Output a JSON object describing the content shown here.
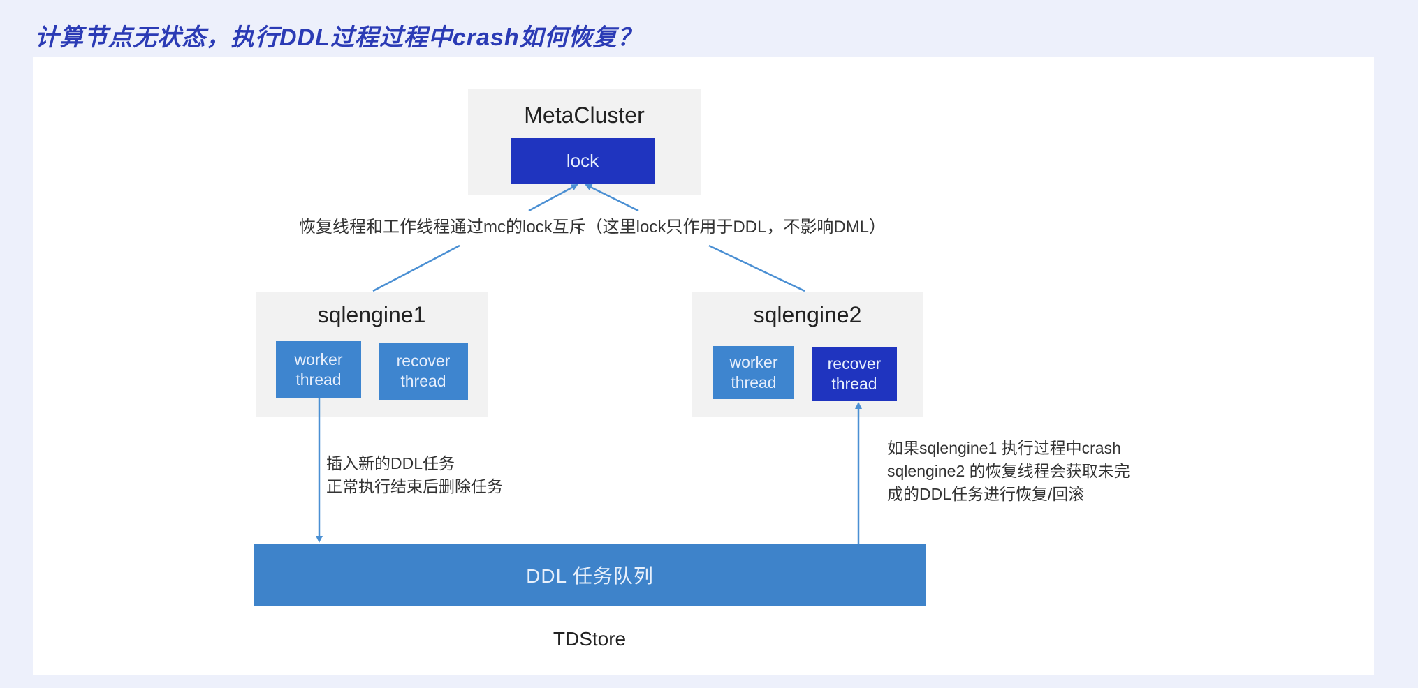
{
  "title": "计算节点无状态，执行DDL过程过程中crash如何恢复？",
  "metacluster": {
    "label": "MetaCluster",
    "lock_label": "lock"
  },
  "mutex_note": "恢复线程和工作线程通过mc的lock互斥（这里lock只作用于DDL，不影响DML）",
  "sqlengine1": {
    "label": "sqlengine1",
    "worker": [
      "worker",
      "thread"
    ],
    "recover": [
      "recover",
      "thread"
    ]
  },
  "sqlengine2": {
    "label": "sqlengine2",
    "worker": [
      "worker",
      "thread"
    ],
    "recover": [
      "recover",
      "thread"
    ]
  },
  "left_note": [
    "插入新的DDL任务",
    "正常执行结束后删除任务"
  ],
  "right_note": [
    "如果sqlengine1 执行过程中crash",
    "sqlengine2 的恢复线程会获取未完",
    "成的DDL任务进行恢复/回滚"
  ],
  "queue_label": "DDL  任务队列",
  "store_label": "TDStore",
  "colors": {
    "light_blue": "#3e85cf",
    "dark_blue": "#1f34bf",
    "title": "#2b3bb5",
    "connector": "#4a8fd3"
  }
}
